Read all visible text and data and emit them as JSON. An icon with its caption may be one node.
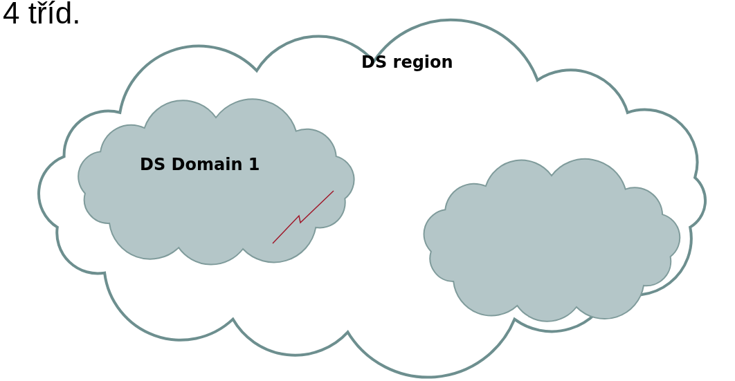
{
  "diagram": {
    "nodes": [
      {
        "text": [
          "DS region"
        ]
      },
      {
        "text": [
          "DS Domain 1"
        ],
        "in": 0
      },
      {
        "text": [],
        "shape": "cloud",
        "in": 0
      }
    ],
    "labels": [
      "4 tříd."
    ]
  }
}
